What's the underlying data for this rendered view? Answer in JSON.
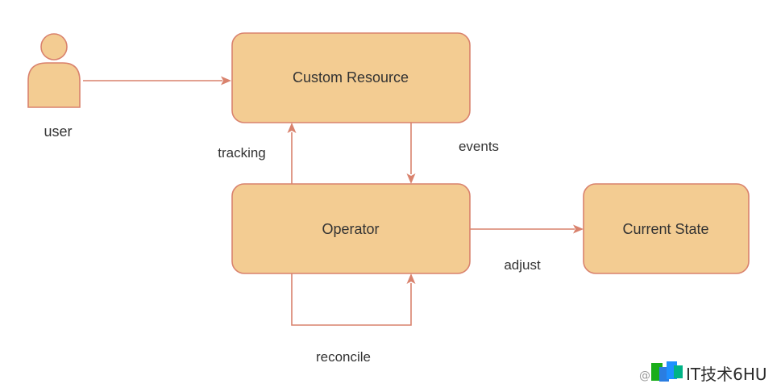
{
  "actor": {
    "label": "user"
  },
  "nodes": {
    "custom_resource": "Custom Resource",
    "operator": "Operator",
    "current_state": "Current State"
  },
  "edges": {
    "tracking": "tracking",
    "events": "events",
    "adjust": "adjust",
    "reconcile": "reconcile"
  },
  "watermark": {
    "prefix": "@",
    "text": "IT技术6HU"
  },
  "colors": {
    "node_fill": "#f3cc92",
    "stroke": "#d9826d",
    "text": "#333333"
  }
}
